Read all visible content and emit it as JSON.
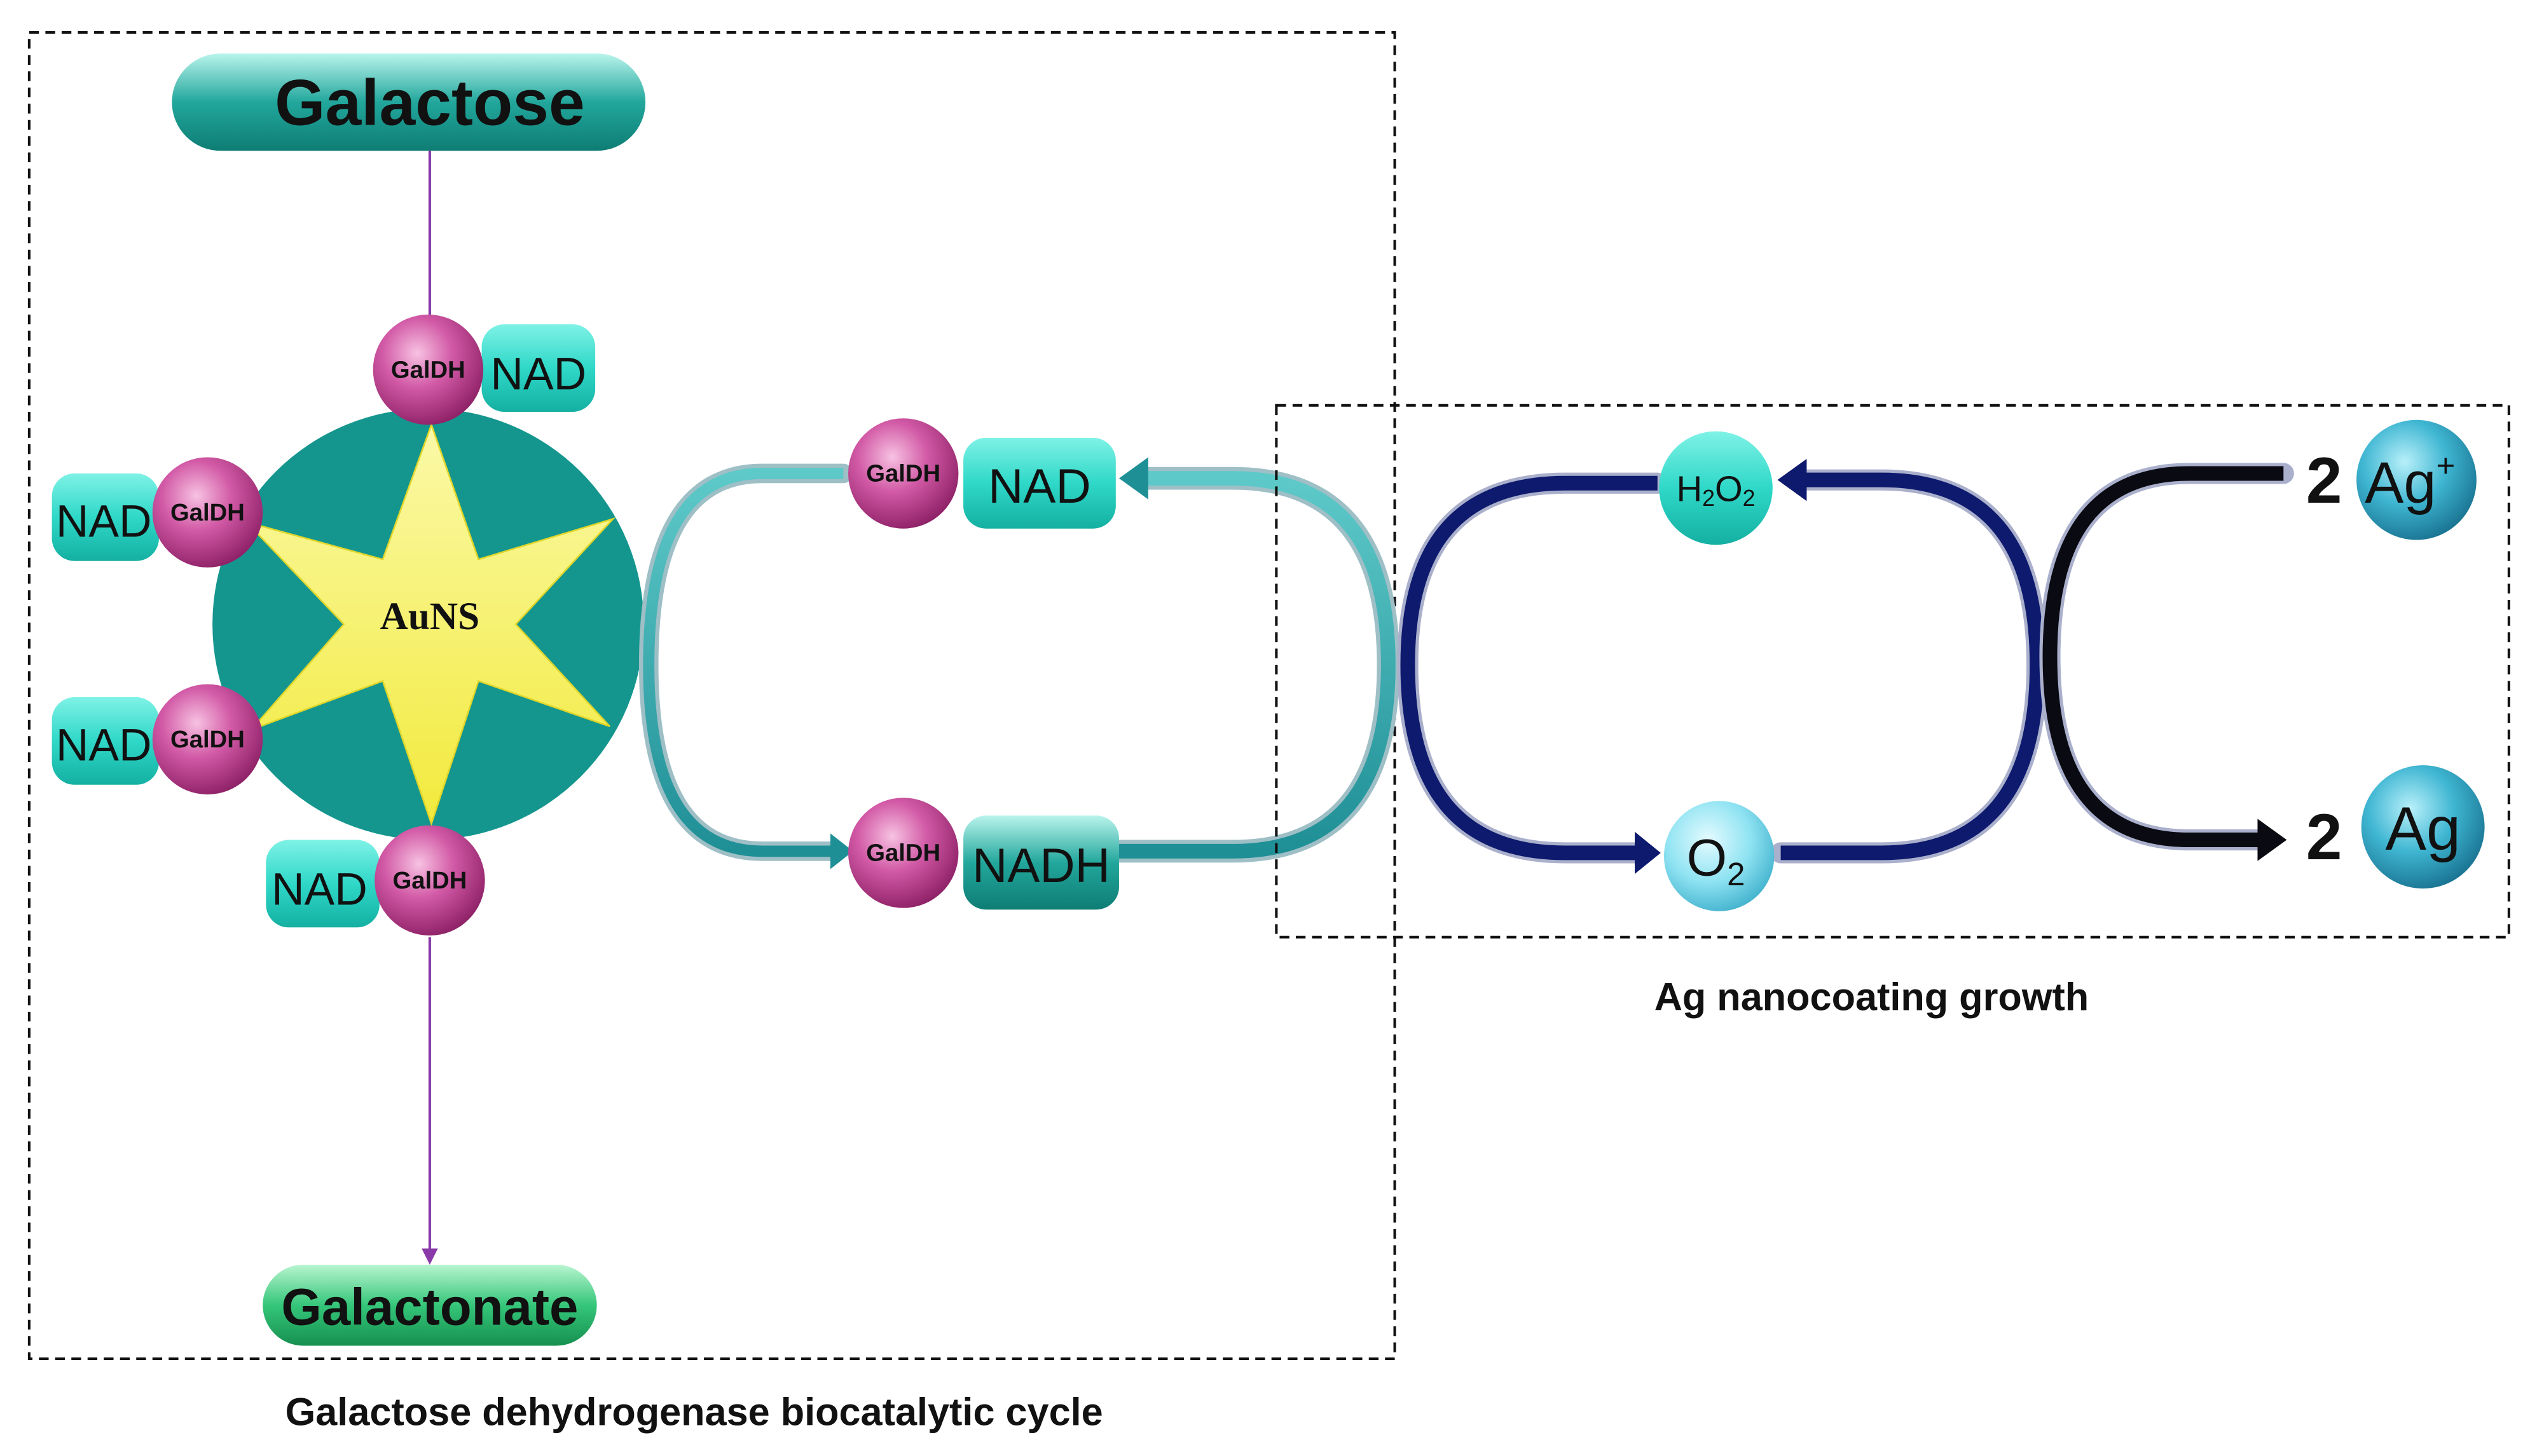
{
  "left_box": {
    "caption": "Galactose dehydrogenase biocatalytic cycle",
    "substrate": "Galactose",
    "product": "Galactonate",
    "core_label": "AuNS",
    "enzyme_label": "GalDH",
    "cofactor_label": "NAD"
  },
  "cycle": {
    "enzyme_label": "GalDH",
    "oxidized_label": "NAD",
    "reduced_label": "NADH"
  },
  "right_box": {
    "caption": "Ag nanocoating growth",
    "peroxide_label": "H2O2",
    "peroxide_parts": {
      "h": "H",
      "sub1": "2",
      "o": "O",
      "sub2": "2"
    },
    "oxygen_label": "O2",
    "oxygen_parts": {
      "o": "O",
      "sub": "2"
    },
    "coefficient_top": "2",
    "coefficient_bottom": "2",
    "silver_ion": {
      "base": "Ag",
      "charge": "+"
    },
    "silver_metal": "Ag"
  },
  "colors": {
    "teal_dark": "#0f8f8f",
    "teal_light": "#2fd8c8",
    "magenta": "#c23c92",
    "star_yellow": "#f7f25a",
    "navy": "#0d1a6e",
    "black": "#0a0a12",
    "green": "#27b86a",
    "purple_line": "#8a3aa8",
    "sphere_blue": "#2a9ab8"
  }
}
